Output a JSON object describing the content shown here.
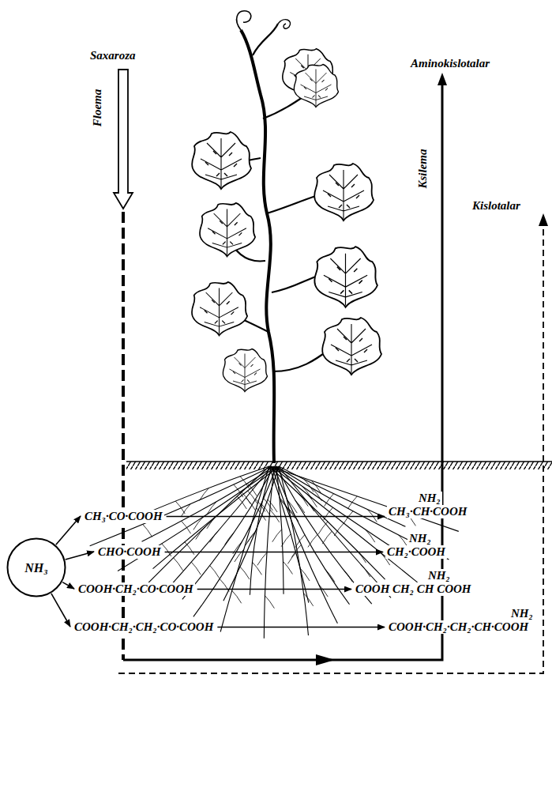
{
  "diagram": {
    "nodes": [
      {
        "text": [
          "NH₃"
        ]
      },
      {
        "text": [
          "CH₃·CO·COOH"
        ]
      },
      {
        "text": [
          "CHO·COOH"
        ]
      },
      {
        "text": [
          "COOH·CH₂·CO·COOH"
        ]
      },
      {
        "text": [
          "COOH·CH₂·CH₂·CO·COOH"
        ]
      },
      {
        "text": [
          "NH₂",
          "CH₃·CH·COOH"
        ]
      },
      {
        "text": [
          "NH₂",
          "CH₂·COOH"
        ]
      },
      {
        "text": [
          "NH₂",
          "COOH CH₂ CH COOH"
        ]
      },
      {
        "text": [
          "NH₂",
          "COOH·CH₂·CH₂·CH·COOH"
        ]
      }
    ],
    "edges": [
      {
        "from": 0,
        "to": 1,
        "arrow": "to"
      },
      {
        "from": 0,
        "to": 2,
        "arrow": "to"
      },
      {
        "from": 0,
        "to": 3,
        "arrow": "to"
      },
      {
        "from": 0,
        "to": 4,
        "arrow": "to"
      },
      {
        "from": 1,
        "to": 5,
        "arrow": "to"
      },
      {
        "from": 2,
        "to": 6,
        "arrow": "to"
      },
      {
        "from": 3,
        "to": 7,
        "arrow": "to"
      },
      {
        "from": 4,
        "to": 8,
        "arrow": "to"
      }
    ],
    "labels": [
      "Saxaroza",
      "Floema",
      "Aminokislotalar",
      "Ksilema",
      "Kislotalar"
    ]
  }
}
